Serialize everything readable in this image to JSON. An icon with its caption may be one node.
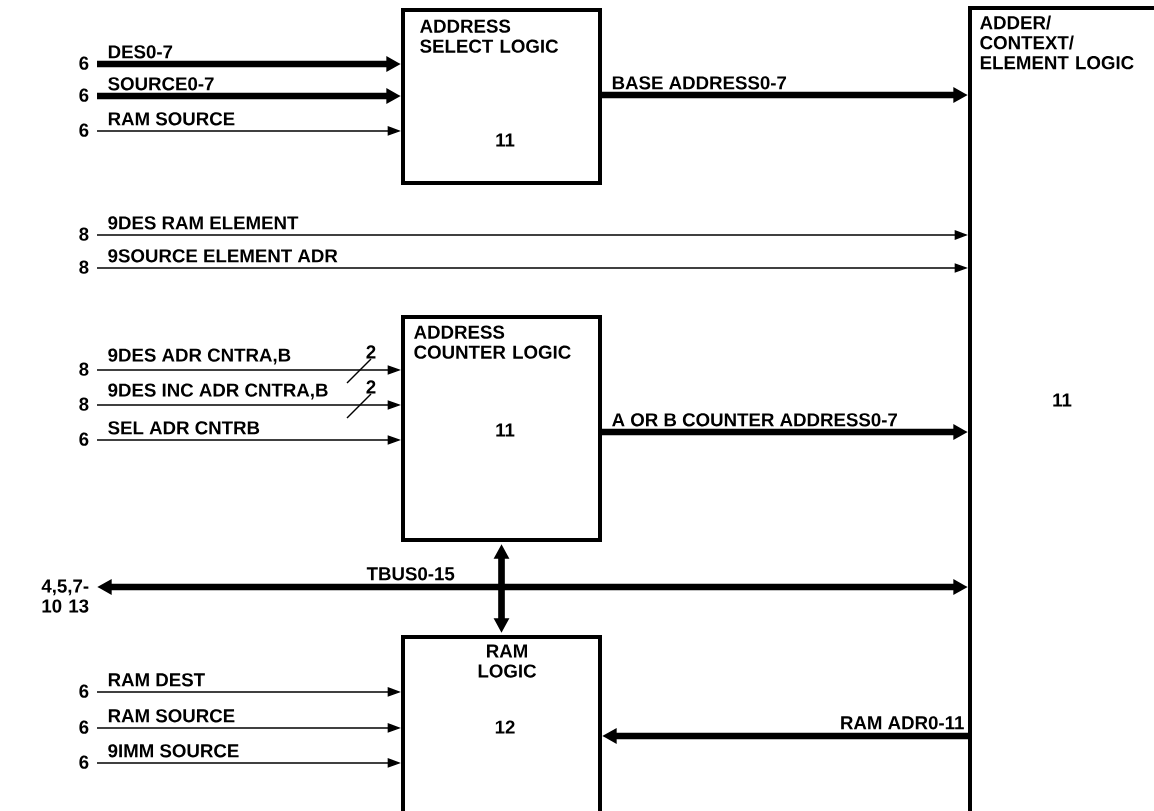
{
  "diagram": {
    "nodes": [
      {
        "text": [
          "ADDRESS SELECT LOGIC",
          "11"
        ]
      },
      {
        "text": [
          "ADDRESS COUNTER LOGIC",
          "11"
        ]
      },
      {
        "text": [
          "RAM LOGIC",
          "12"
        ]
      },
      {
        "text": [
          "ADDER/ CONTEXT/ ELEMENT LOGIC",
          "11"
        ]
      },
      {
        "text": [
          "6"
        ]
      },
      {
        "text": [
          "6"
        ]
      },
      {
        "text": [
          "6"
        ]
      },
      {
        "text": [
          "8"
        ]
      },
      {
        "text": [
          "8"
        ]
      },
      {
        "text": [
          "8"
        ]
      },
      {
        "text": [
          "8"
        ]
      },
      {
        "text": [
          "6"
        ]
      },
      {
        "text": [
          "4,5,7-10 13"
        ]
      },
      {
        "text": [
          "6"
        ]
      },
      {
        "text": [
          "6"
        ]
      },
      {
        "text": [
          "6"
        ]
      }
    ],
    "edges": [
      {
        "from": 4,
        "to": 0,
        "arrow": "to",
        "label": "DES0-7",
        "style": "thick"
      },
      {
        "from": 5,
        "to": 0,
        "arrow": "to",
        "label": "SOURCE0-7",
        "style": "thick"
      },
      {
        "from": 6,
        "to": 0,
        "arrow": "to",
        "label": "RAM SOURCE"
      },
      {
        "from": 0,
        "to": 3,
        "arrow": "to",
        "label": "BASE ADDRESS0-7",
        "style": "thick"
      },
      {
        "from": 7,
        "to": 3,
        "arrow": "to",
        "label": "9DES RAM ELEMENT"
      },
      {
        "from": 8,
        "to": 3,
        "arrow": "to",
        "label": "9SOURCE ELEMENT ADR"
      },
      {
        "from": 9,
        "to": 1,
        "arrow": "to",
        "label": "9DES ADR CNTRA,B"
      },
      {
        "from": 10,
        "to": 1,
        "arrow": "to",
        "label": "9DES INC ADR CNTRA,B"
      },
      {
        "from": 11,
        "to": 1,
        "arrow": "to",
        "label": "SEL ADR CNTRB"
      },
      {
        "from": 1,
        "to": 3,
        "arrow": "to",
        "label": "A OR B COUNTER ADDRESS0-7",
        "style": "thick"
      },
      {
        "from": 12,
        "to": 3,
        "arrow": "both",
        "label": "TBUS0-15",
        "style": "thick"
      },
      {
        "from": 1,
        "to": 2,
        "arrow": "both",
        "style": "thick"
      },
      {
        "from": 13,
        "to": 2,
        "arrow": "to",
        "label": "RAM DEST"
      },
      {
        "from": 14,
        "to": 2,
        "arrow": "to",
        "label": "RAM SOURCE"
      },
      {
        "from": 15,
        "to": 2,
        "arrow": "to",
        "label": "9IMM SOURCE"
      },
      {
        "from": 3,
        "to": 2,
        "arrow": "to",
        "label": "RAM ADR0-11",
        "style": "thick"
      }
    ],
    "labels": [
      "2",
      "2"
    ]
  }
}
